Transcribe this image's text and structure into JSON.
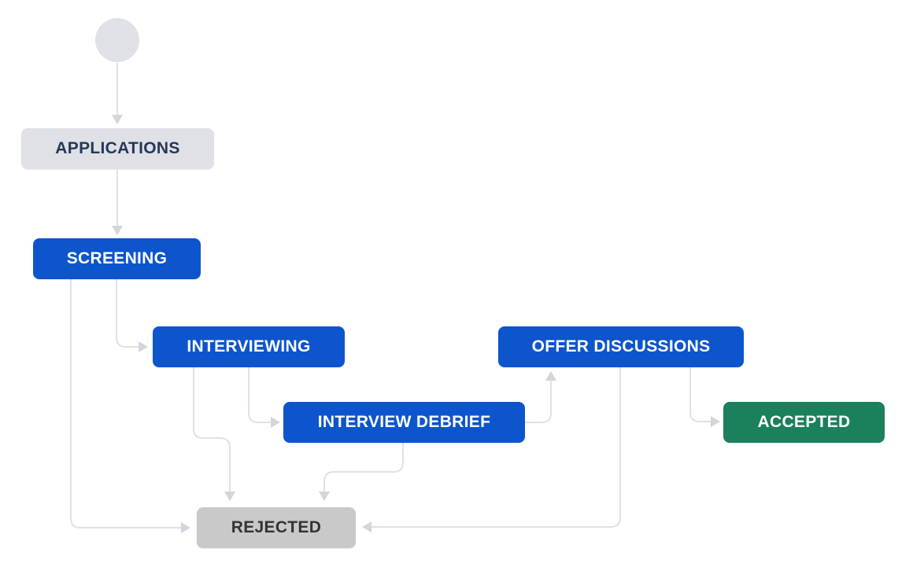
{
  "diagram": {
    "type": "workflow",
    "description": "Hiring pipeline workflow diagram",
    "nodes": [
      {
        "id": "start",
        "label": "",
        "kind": "start"
      },
      {
        "id": "applications",
        "label": "APPLICATIONS",
        "category": "todo"
      },
      {
        "id": "screening",
        "label": "SCREENING",
        "category": "in-progress"
      },
      {
        "id": "interviewing",
        "label": "INTERVIEWING",
        "category": "in-progress"
      },
      {
        "id": "interview-debrief",
        "label": "INTERVIEW DEBRIEF",
        "category": "in-progress"
      },
      {
        "id": "offer-discussions",
        "label": "OFFER DISCUSSIONS",
        "category": "in-progress"
      },
      {
        "id": "accepted",
        "label": "ACCEPTED",
        "category": "done"
      },
      {
        "id": "rejected",
        "label": "REJECTED",
        "category": "rejected"
      }
    ],
    "transitions": [
      {
        "from": "start",
        "to": "applications"
      },
      {
        "from": "applications",
        "to": "screening"
      },
      {
        "from": "screening",
        "to": "interviewing"
      },
      {
        "from": "screening",
        "to": "rejected"
      },
      {
        "from": "interviewing",
        "to": "interview-debrief"
      },
      {
        "from": "interviewing",
        "to": "rejected"
      },
      {
        "from": "interview-debrief",
        "to": "offer-discussions"
      },
      {
        "from": "interview-debrief",
        "to": "rejected"
      },
      {
        "from": "offer-discussions",
        "to": "accepted"
      },
      {
        "from": "offer-discussions",
        "to": "rejected"
      }
    ],
    "colors": {
      "in_progress_node": "#0d55cc",
      "in_progress_text": "#ffffff",
      "todo_node": "#dfe1e6",
      "todo_text": "#253858",
      "done_node": "#1a815a",
      "done_text": "#ffffff",
      "rejected_node": "#c9c9c9",
      "rejected_text": "#333333",
      "start_circle": "#dfe1e6",
      "connector_line": "#dfe1e6",
      "arrowhead": "#d2d6dc",
      "canvas_background": "#ffffff"
    }
  }
}
